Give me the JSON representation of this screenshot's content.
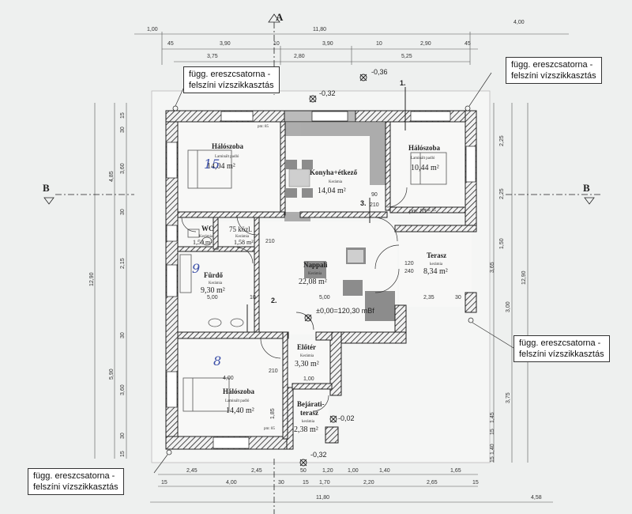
{
  "callouts": {
    "top_left": [
      "függ. ereszcsatorna -",
      "felszíni vízszikkasztás"
    ],
    "top_right": [
      "függ. ereszcsatorna -",
      "felszíni vízszikkasztás"
    ],
    "bottom_right": [
      "függ. ereszcsatorna -",
      "felszíni vízszikkasztás"
    ],
    "bottom_left": [
      "függ. ereszcsatorna -",
      "felszíni vízszikkasztás"
    ]
  },
  "sections": {
    "a_label": "A",
    "b_left": "B",
    "b_right": "B",
    "mark_1": "1.",
    "mark_2": "2.",
    "mark_3": "3."
  },
  "rooms": {
    "bedroom_nw": {
      "name": "Hálószoba",
      "floor": "Laminált padló",
      "area": "14,04 m²",
      "note": "pm: 85"
    },
    "kitchen": {
      "name": "Konyha+étkező",
      "floor": "Kerámia",
      "area": "14,04 m²"
    },
    "bedroom_ne": {
      "name": "Hálószoba",
      "floor": "Laminált padló",
      "area": "10,44 m²",
      "note": "pm: 85"
    },
    "wc": {
      "name": "WC",
      "floor": "Kerámia",
      "area": "1,50 m²"
    },
    "corridor": {
      "name": "75 közl.",
      "floor": "Kerámia",
      "area": "1,58 m²"
    },
    "bathroom": {
      "name": "Fürdő",
      "floor": "Kerámia",
      "area": "9,30 m²"
    },
    "living": {
      "name": "Nappali",
      "floor": "Kerámia",
      "area": "22,08 m²"
    },
    "terrace": {
      "name": "Terasz",
      "floor": "kerámia",
      "area": "8,34 m²"
    },
    "entry_hall": {
      "name": "Előtér",
      "floor": "Kerámia",
      "area": "3,30 m²"
    },
    "bedroom_sw": {
      "name": "Hálószoba",
      "floor": "Laminált padló",
      "area": "14,40 m²",
      "note": "pm: 85"
    },
    "entry_terrace": {
      "name1": "Bejárati-",
      "name2": "terasz",
      "floor": "kerámia",
      "area": "2,38 m²"
    }
  },
  "levels": {
    "zero": "±0,00=120,30 mBf",
    "minus032_top": "-0,32",
    "minus036": "-0,36",
    "minus002": "-0,02",
    "minus032_bottom": "-0,32"
  },
  "handwriting": {
    "n15": "15",
    "n9": "9",
    "n8": "8"
  },
  "dims_top": {
    "row1": [
      "1,00",
      "11,80",
      "4,00"
    ],
    "row2": [
      "45",
      "3,90",
      "10",
      "3,90",
      "10",
      "2,90",
      "45"
    ],
    "row3": [
      "3,75",
      "2,80",
      "5,25"
    ]
  },
  "dims_bottom": {
    "row1": [
      "2,45",
      "2,45",
      "50",
      "1,20",
      "1,00",
      "1,40",
      "1,65"
    ],
    "row2": [
      "15",
      "4,00",
      "30",
      "15",
      "1,70",
      "2,20",
      "2,65",
      "15"
    ],
    "row3": [
      "11,80",
      "4,58"
    ]
  },
  "dims_left": {
    "outer": [
      "12,90",
      "4,85",
      "5,90"
    ],
    "inner": [
      "15",
      "30",
      "3,60",
      "30",
      "2,15",
      "30",
      "3,60",
      "30",
      "15"
    ]
  },
  "dims_right": {
    "outer": [
      "12,90",
      "3,00",
      "3,75"
    ],
    "inner": [
      "2,25",
      "2,25",
      "1,50",
      "3,65",
      "1,45",
      "15",
      "1,40",
      "15"
    ]
  },
  "dims_inner": {
    "pm85_a": "pm: 85",
    "d_5_00_left": "5,00",
    "d_10": "10",
    "d_5_00_mid": "5,00",
    "d_2_35": "2,35",
    "d_30": "30",
    "d_4_00": "4,00",
    "d_1_85": "1,85",
    "d_1_00": "1,00",
    "d_210_a": "210",
    "d_210_b": "210",
    "d_210_c": "210",
    "d_90": "90",
    "d_120": "120",
    "d_240": "240"
  }
}
